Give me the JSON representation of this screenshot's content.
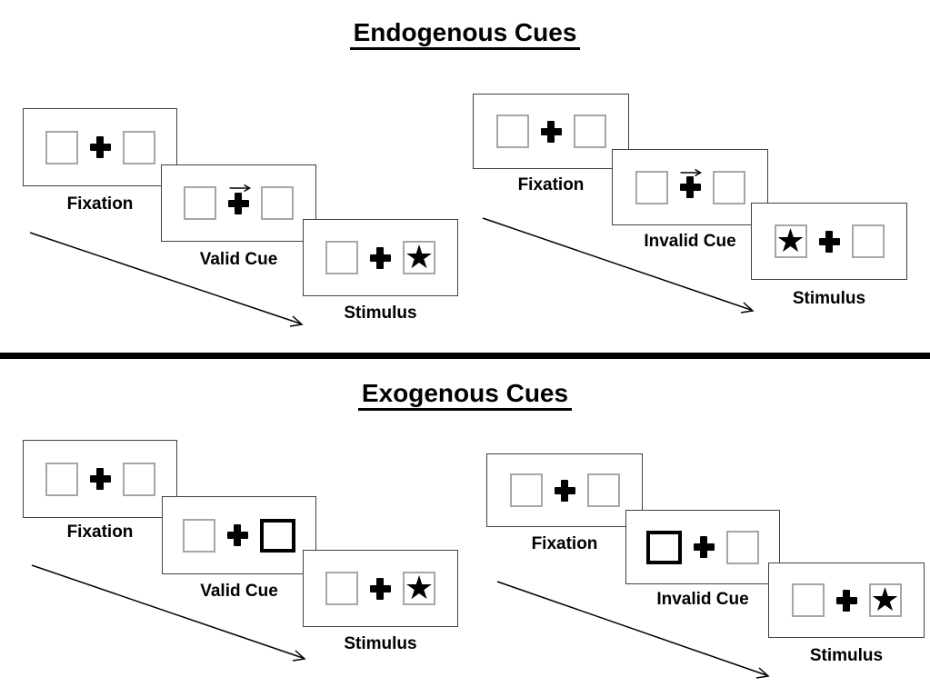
{
  "sections": [
    {
      "title": "Endogenous Cues",
      "panels": [
        {
          "condition": "valid",
          "cue_type": "central-arrow-pointing-right",
          "stimulus_side": "right",
          "steps": [
            {
              "label": "Fixation"
            },
            {
              "label": "Valid Cue"
            },
            {
              "label": "Stimulus"
            }
          ]
        },
        {
          "condition": "invalid",
          "cue_type": "central-arrow-pointing-right",
          "stimulus_side": "left",
          "steps": [
            {
              "label": "Fixation"
            },
            {
              "label": "Invalid Cue"
            },
            {
              "label": "Stimulus"
            }
          ]
        }
      ]
    },
    {
      "title": "Exogenous Cues",
      "panels": [
        {
          "condition": "valid",
          "cue_type": "right-box-bold-outline",
          "stimulus_side": "right",
          "steps": [
            {
              "label": "Fixation"
            },
            {
              "label": "Valid Cue"
            },
            {
              "label": "Stimulus"
            }
          ]
        },
        {
          "condition": "invalid",
          "cue_type": "left-box-bold-outline",
          "stimulus_side": "right",
          "steps": [
            {
              "label": "Fixation"
            },
            {
              "label": "Invalid Cue"
            },
            {
              "label": "Stimulus"
            }
          ]
        }
      ]
    }
  ],
  "symbols": {
    "star": "★"
  },
  "colors": {
    "ink": "#000000",
    "card_border": "#404040",
    "box_border": "#a6a6a6",
    "background": "#ffffff"
  }
}
